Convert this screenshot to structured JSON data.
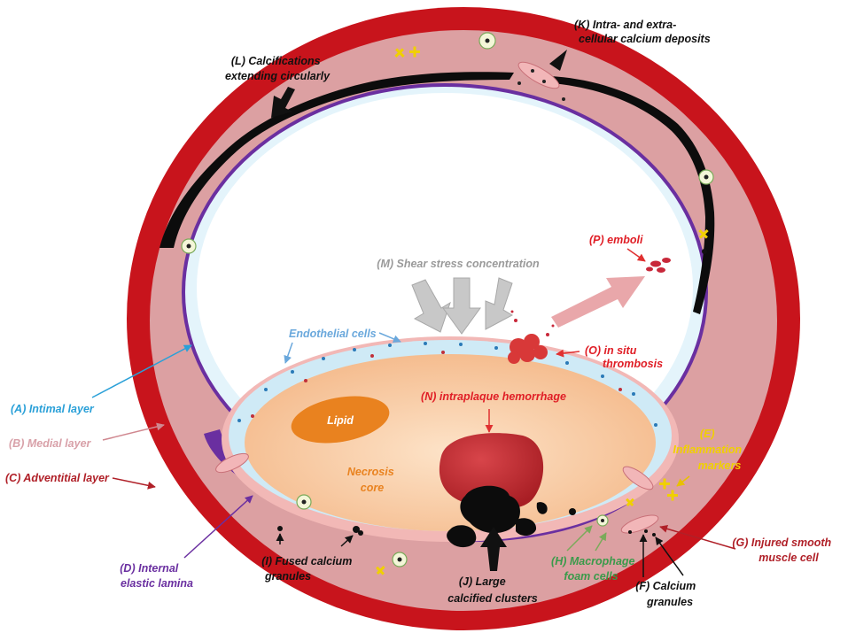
{
  "colors": {
    "adventitia": "#c8141c",
    "media": "#dca0a2",
    "lamina": "#6a2fa0",
    "intima": "#e4f4fb",
    "lumen": "#ffffff",
    "plaque": "#f7c79c",
    "lipid": "#e9821f",
    "hemorrhage": "#c32a30",
    "calcium": "#0c0c0c"
  },
  "labels": {
    "A": "(A) Intimal layer",
    "B": "(B) Medial layer",
    "C": "(C) Adventitial layer",
    "D": [
      "(D) Internal",
      "elastic lamina"
    ],
    "E": [
      "(E)",
      "Inflammation",
      "markers"
    ],
    "F": [
      "(F) Calcium",
      "granules"
    ],
    "G": [
      "(G) Injured smooth",
      "muscle cell"
    ],
    "H": [
      "(H) Macrophage",
      "foam cells"
    ],
    "I": [
      "(I) Fused calcium",
      "granules"
    ],
    "J": [
      "(J) Large",
      "calcified clusters"
    ],
    "K": [
      "(K) Intra- and extra-",
      "cellular calcium deposits"
    ],
    "L": [
      "(L) Calcifications",
      "extending circularly"
    ],
    "M": "(M) Shear stress concentration",
    "N": "(N) intraplaque hemorrhage",
    "O": [
      "(O) in situ",
      "thrombosis"
    ],
    "P": "(P) emboli",
    "endothelial": "Endothelial cells",
    "lipid": "Lipid",
    "necrosis": [
      "Necrosis",
      "core"
    ]
  }
}
